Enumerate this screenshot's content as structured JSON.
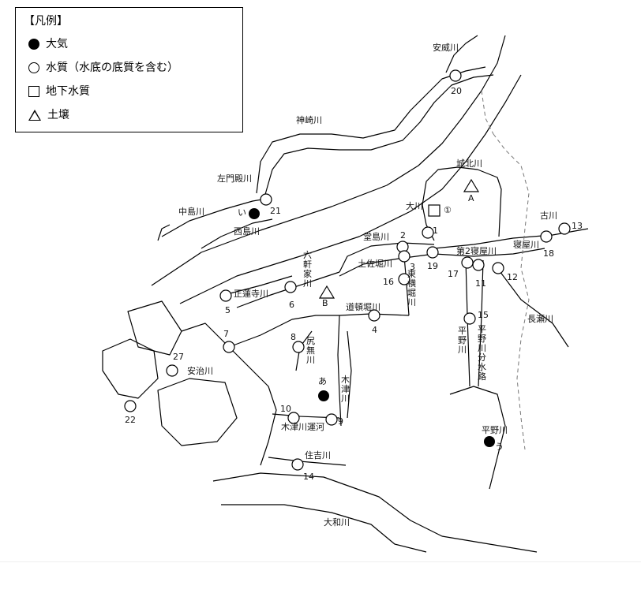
{
  "legend": {
    "title": "【凡例】",
    "items": [
      {
        "kind": "dot",
        "label": "大気"
      },
      {
        "kind": "circle",
        "label": "水質（水底の底質を含む）"
      },
      {
        "kind": "square",
        "label": "地下水質"
      },
      {
        "kind": "triangle",
        "label": "土壌"
      }
    ]
  },
  "rivers": {
    "aikawa": "安威川",
    "kanzaki": "神崎川",
    "samondono": "左門殿川",
    "nakajima": "中島川",
    "nishijima": "西島川",
    "shirokita": "城北川",
    "ookawa": "大川",
    "dojima": "堂島川",
    "tosabori": "土佐堀川",
    "higashiyokobori": "東横堀川",
    "rokkenya": "六軒家川",
    "shorenji": "正蓮寺川",
    "dotonbori": "道頓堀川",
    "shirinashi": "尻無川",
    "ajikawa": "安治川",
    "kizu": "木津川",
    "kizuunga": "木津川運河",
    "sumiyoshi": "住吉川",
    "yamato": "大和川",
    "furukawa": "古川",
    "neya": "寝屋川",
    "daini_neya": "第2寝屋川",
    "nagase": "長瀬川",
    "hirano": "平野川",
    "hirano_bunsuiro": "平野川分水路",
    "hirano_east": "平野川"
  },
  "stations": {
    "n1": "1",
    "n2": "2",
    "n3": "3",
    "n4": "4",
    "n5": "5",
    "n6": "6",
    "n7": "7",
    "n8": "8",
    "n9": "9",
    "n10": "10",
    "n11": "11",
    "n12": "12",
    "n13": "13",
    "n14": "14",
    "n15": "15",
    "n16": "16",
    "n17": "17",
    "n18": "18",
    "n19": "19",
    "n20": "20",
    "n21": "21",
    "n22": "22",
    "n27": "27"
  },
  "air_points": {
    "i": "い",
    "a": "あ",
    "u": "う"
  },
  "soil_points": {
    "A": "A",
    "B": "B"
  },
  "groundwater_points": {
    "one": "①"
  }
}
